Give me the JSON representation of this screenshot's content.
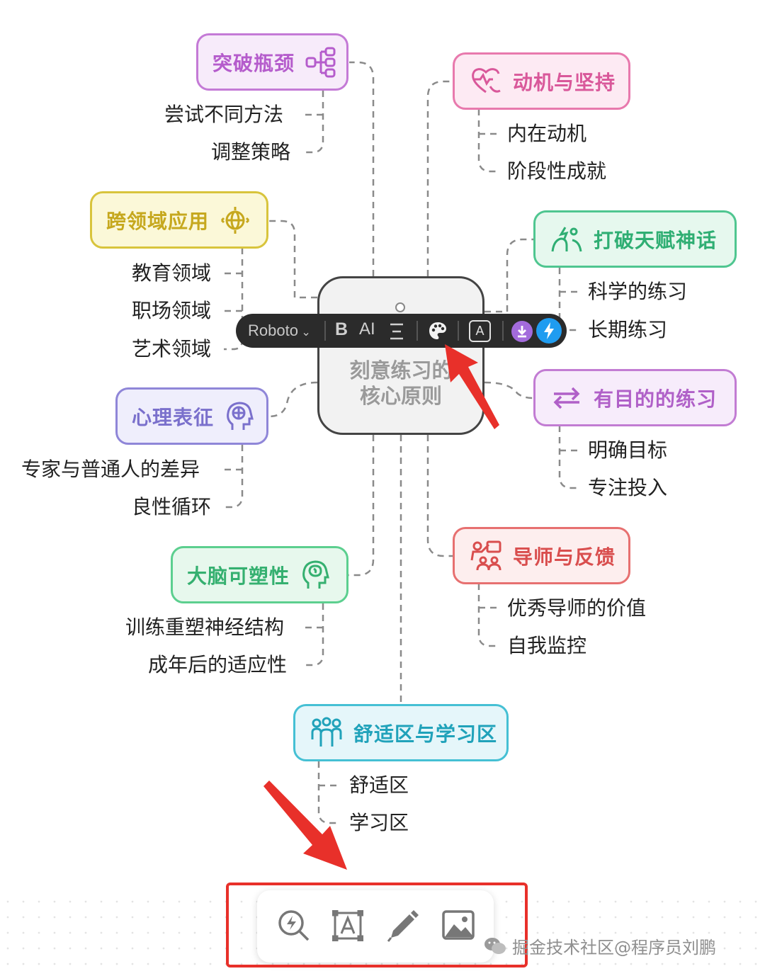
{
  "center": {
    "line1": "刻意练习的",
    "line2": "核心原则"
  },
  "toolbar": {
    "font": "Roboto",
    "bold_label": "B",
    "size_label": "AI",
    "text_style_label": "A"
  },
  "branches": {
    "breakthrough": {
      "label": "突破瓶颈",
      "items": [
        "尝试不同方法",
        "调整策略"
      ]
    },
    "motivation": {
      "label": "动机与坚持",
      "items": [
        "内在动机",
        "阶段性成就"
      ]
    },
    "cross_domain": {
      "label": "跨领域应用",
      "items": [
        "教育领域",
        "职场领域",
        "艺术领域"
      ]
    },
    "talent_myth": {
      "label": "打破天赋神话",
      "items": [
        "科学的练习",
        "长期练习"
      ]
    },
    "mental_rep": {
      "label": "心理表征",
      "items": [
        "专家与普通人的差异",
        "良性循环"
      ]
    },
    "purposeful": {
      "label": "有目的的练习",
      "items": [
        "明确目标",
        "专注投入"
      ]
    },
    "plasticity": {
      "label": "大脑可塑性",
      "items": [
        "训练重塑神经结构",
        "成年后的适应性"
      ]
    },
    "mentor": {
      "label": "导师与反馈",
      "items": [
        "优秀导师的价值",
        "自我监控"
      ]
    },
    "comfort_zone": {
      "label": "舒适区与学习区",
      "items": [
        "舒适区",
        "学习区"
      ]
    }
  },
  "watermark": "掘金技术社区@程序员刘鹏",
  "colors": {
    "purple": "#c47ad6",
    "pink": "#e879ad",
    "yellow": "#d8c43c",
    "green": "#4fc690",
    "violet": "#8f86d8",
    "lilac": "#c27cd3",
    "mint": "#5ccf8f",
    "red": "#e77070",
    "cyan": "#45c0d4",
    "annotation": "#e8302a"
  }
}
